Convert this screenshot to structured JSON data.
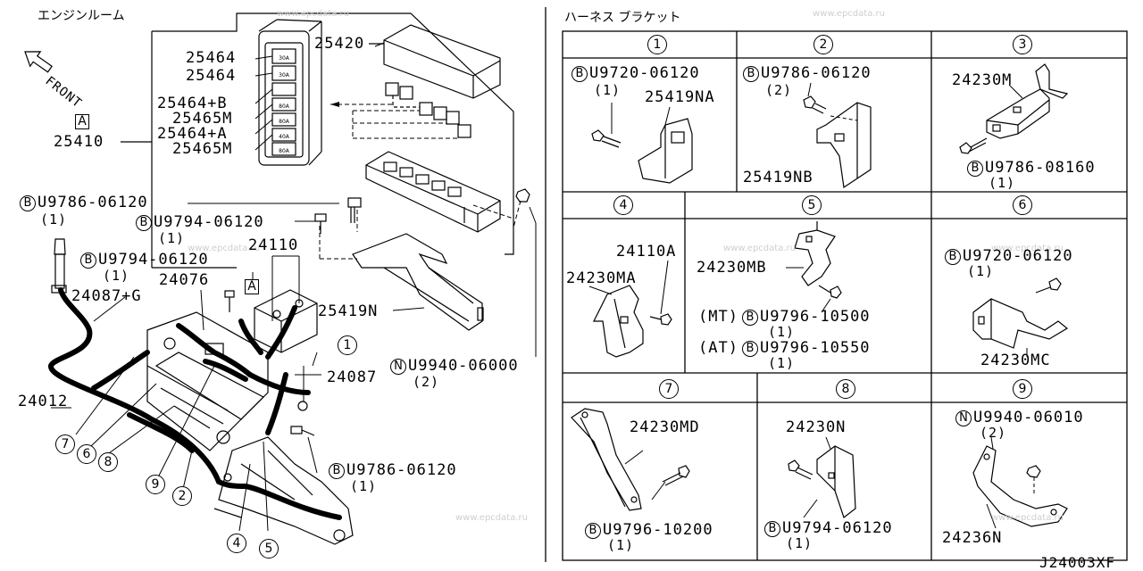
{
  "left": {
    "section_title": "エンジンルーム",
    "front": "FRONT",
    "box_a_1": "A",
    "box_a_2": "A",
    "fuse_values": [
      "30A",
      "30A",
      "",
      "80A",
      "80A",
      "40A",
      "80A"
    ],
    "parts": {
      "p25464_1": "25464",
      "p25464_2": "25464",
      "p25464b": "25464+B",
      "p25465m_1": "25465M",
      "p25464a": "25464+A",
      "p25465m_2": "25465M",
      "p25410": "25410",
      "p25420": "25420",
      "u9786_a": "U9786-06120",
      "u9786_a_qty": "(1)",
      "u9794_a": "U9794-06120",
      "u9794_a_qty": "(1)",
      "u9794_b": "U9794-06120",
      "u9794_b_qty": "(1)",
      "p24110": "24110",
      "p24087g": "24087+G",
      "p24076": "24076",
      "p25419n": "25419N",
      "p24087": "24087",
      "u9940": "U9940-06000",
      "u9940_qty": "(2)",
      "p24012": "24012",
      "u9786_b": "U9786-06120",
      "u9786_b_qty": "(1)"
    },
    "callouts": [
      "1",
      "2",
      "4",
      "5",
      "6",
      "7",
      "8",
      "9"
    ]
  },
  "right": {
    "section_title": "ハーネス ブラケット",
    "cells": {
      "c1": {
        "num": "1",
        "bolt": "U9720-06120",
        "qty": "(1)",
        "part": "25419NA"
      },
      "c2": {
        "num": "2",
        "bolt": "U9786-06120",
        "qty": "(2)",
        "part": "25419NB"
      },
      "c3": {
        "num": "3",
        "part": "24230M",
        "bolt": "U9786-08160",
        "qty": "(1)"
      },
      "c4": {
        "num": "4",
        "part1": "24110A",
        "part2": "24230MA"
      },
      "c5": {
        "num": "5",
        "part": "24230MB",
        "mt": "(MT)",
        "bolt_mt": "U9796-10500",
        "qty_mt": "(1)",
        "at": "(AT)",
        "bolt_at": "U9796-10550",
        "qty_at": "(1)"
      },
      "c6": {
        "num": "6",
        "bolt": "U9720-06120",
        "qty": "(1)",
        "part": "24230MC"
      },
      "c7": {
        "num": "7",
        "part": "24230MD",
        "bolt": "U9796-10200",
        "qty": "(1)"
      },
      "c8": {
        "num": "8",
        "part": "24230N",
        "bolt": "U9794-06120",
        "qty": "(1)"
      },
      "c9": {
        "num": "9",
        "nut": "U9940-06010",
        "qty": "(2)",
        "part": "24236N"
      }
    },
    "prefix_b": "B",
    "prefix_n": "N",
    "diagram_code": "J24003XF"
  },
  "watermark": "www.epcdata.ru"
}
